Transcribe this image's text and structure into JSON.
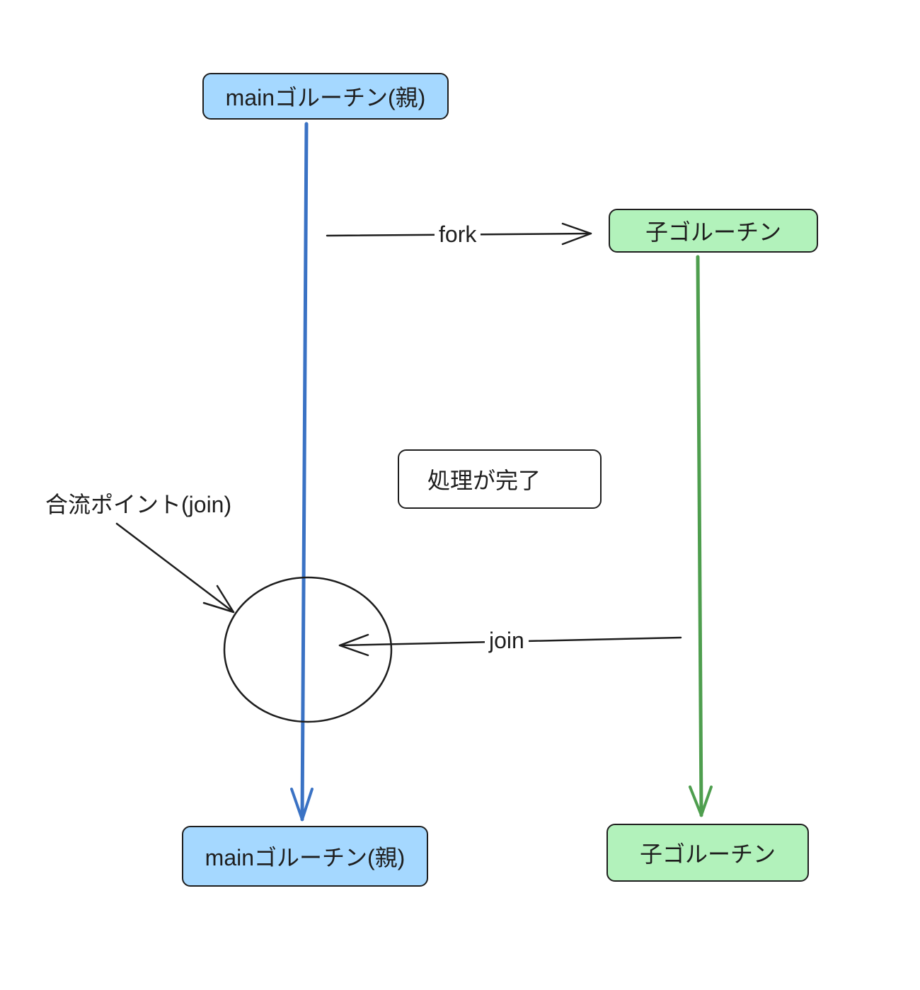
{
  "colors": {
    "main_fill": "#a5d8ff",
    "child_fill": "#b2f2bb",
    "main_line": "#1971c2",
    "child_line": "#2f9e44",
    "stroke": "#1e1e1e"
  },
  "nodes": {
    "main_top": "mainゴルーチン(親)",
    "child_top": "子ゴルーチン",
    "done_note": "処理が完了",
    "main_bottom": "mainゴルーチン(親)",
    "child_bottom": "子ゴルーチン"
  },
  "labels": {
    "fork": "fork",
    "join": "join",
    "join_point": "合流ポイント(join)"
  }
}
